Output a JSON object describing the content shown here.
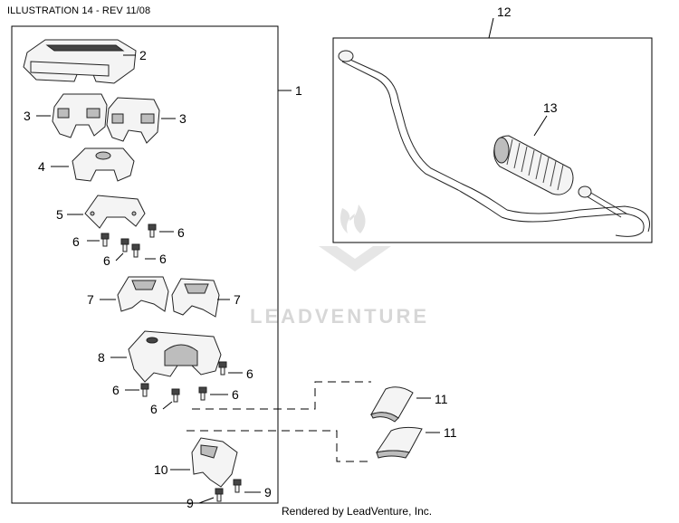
{
  "header": {
    "title": "ILLUSTRATION 14 - REV 11/08"
  },
  "footer": {
    "credit": "Rendered by LeadVenture, Inc."
  },
  "watermark": {
    "text": "LEADVENTURE"
  },
  "callouts": {
    "c1": "1",
    "c2": "2",
    "c3a": "3",
    "c3b": "3",
    "c4": "4",
    "c5": "5",
    "c6a": "6",
    "c6b": "6",
    "c6c": "6",
    "c6d": "6",
    "c6e": "6",
    "c6f": "6",
    "c6g": "6",
    "c6h": "6",
    "c7a": "7",
    "c7b": "7",
    "c8": "8",
    "c9a": "9",
    "c9b": "9",
    "c10": "10",
    "c11a": "11",
    "c11b": "11",
    "c12": "12",
    "c13": "13"
  }
}
